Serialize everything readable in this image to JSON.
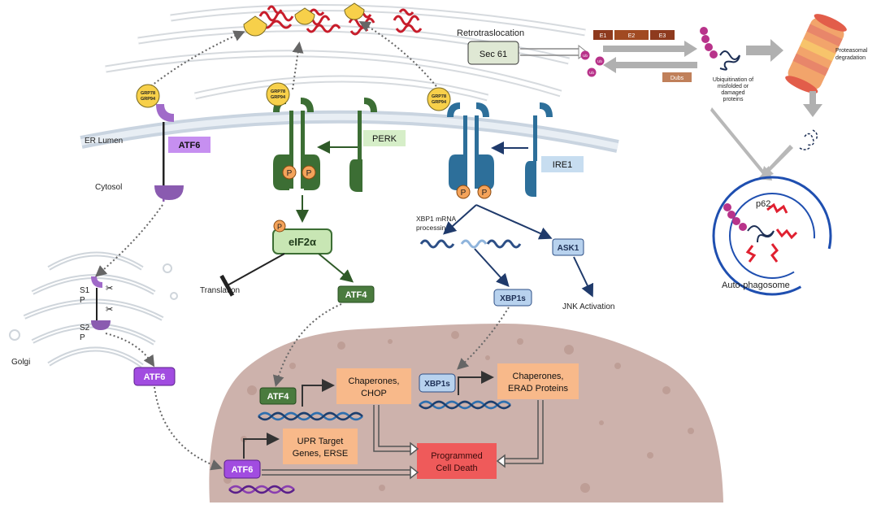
{
  "labels": {
    "retrotranslocation": "Retrotraslocation",
    "sec61": "Sec 61",
    "e1": "E1",
    "e2": "E2",
    "e3": "E3",
    "dubs": "Dubs",
    "ub": "Ub",
    "proteasomal": [
      "Proteasomal",
      "degradation"
    ],
    "ubiquitination": [
      "Ubiquitination of",
      "misfolded or",
      "damaged",
      "proteins"
    ],
    "grp": [
      "GRP78",
      "GRP94"
    ],
    "er_lumen": "ER Lumen",
    "cytosol": "Cytosol",
    "atf6": "ATF6",
    "perk": "PERK",
    "ire1": "IRE1",
    "phospho": "P",
    "eif2a": "eIF2α",
    "translation": "Translation",
    "atf4": "ATF4",
    "xbp1_processing": [
      "XBP1 mRNA",
      "processing"
    ],
    "ask1": "ASK1",
    "xbp1s": "XBP1s",
    "jnk": "JNK Activation",
    "p62": "p62",
    "autophagosome": "Auto-phagosome",
    "s1": "S1",
    "s2": "S2",
    "golgi": "Golgi",
    "chaperones_chop": [
      "Chaperones,",
      "CHOP"
    ],
    "chaperones_erad": [
      "Chaperones,",
      "ERAD Proteins"
    ],
    "upr_target": [
      "UPR Target",
      "Genes, ERSE"
    ],
    "cell_death": [
      "Programmed",
      "Cell Death"
    ]
  },
  "colors": {
    "atf6": "#b36fe0",
    "perk_green": "#3c6e34",
    "ire1_blue": "#2d6f9a",
    "grp_yellow": "#f7d04a",
    "misfolded_red": "#c81d2b",
    "orange_box": "#f8b98a",
    "death_red": "#ef5a5a",
    "nucleus": "#c8aaa3",
    "ub_magenta": "#b8338a"
  }
}
